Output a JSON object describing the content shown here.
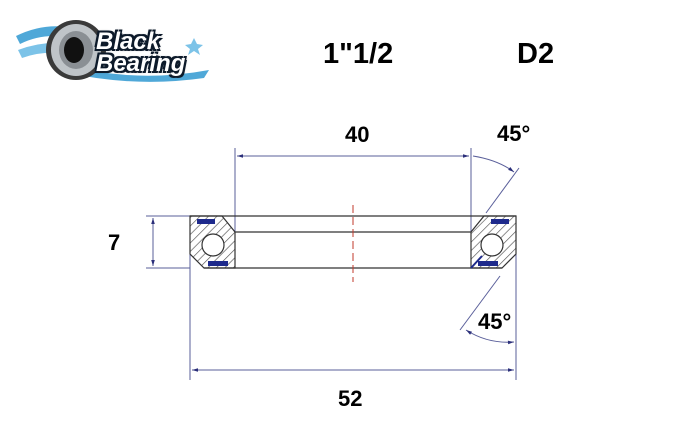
{
  "brand": {
    "logo_line1": "Black",
    "logo_line2": "Bearing",
    "logo_icon": "bearing-wheel-icon"
  },
  "header": {
    "size": "1\"1/2",
    "type": "D2"
  },
  "dimensions": {
    "inner_diameter": "40",
    "outer_diameter": "52",
    "height": "7",
    "angle_top": "45°",
    "angle_bottom": "45°"
  },
  "colors": {
    "line": "#2b2f7a",
    "seal": "#1e2a8c",
    "centerline": "#c0392b",
    "text": "#000000",
    "logo_blue": "#4fa8d8"
  }
}
